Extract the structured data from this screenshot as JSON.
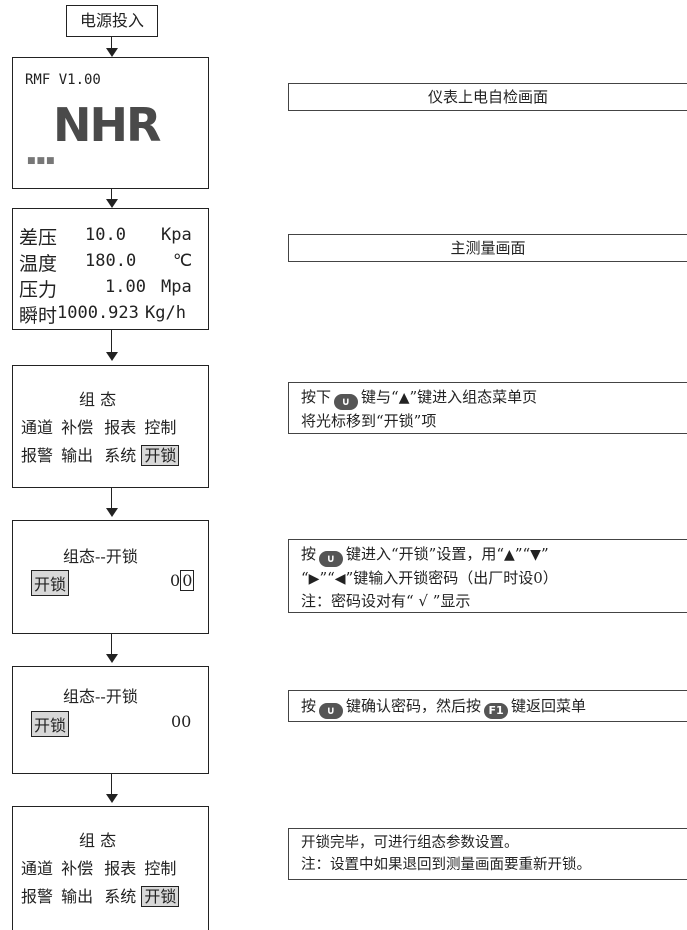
{
  "power_on": "电源投入",
  "screen1": {
    "version": "RMF V1.00",
    "logo": "NHR",
    "dots": "■■■"
  },
  "screen2": {
    "rows": [
      {
        "label": "差压",
        "value": "10.0",
        "unit": "Kpa"
      },
      {
        "label": "温度",
        "value": "180.0",
        "unit": "℃"
      },
      {
        "label": "压力",
        "value": "1.00",
        "unit": "Mpa"
      },
      {
        "label": "瞬时",
        "value": "1000.923",
        "unit": "Kg/h"
      }
    ]
  },
  "menu": {
    "title": "组    态",
    "row1": [
      "通道",
      "补偿",
      "报表",
      "控制"
    ],
    "row2": [
      "报警",
      "输出",
      "系统",
      "开锁"
    ]
  },
  "unlock_screen": {
    "title": "组态--开锁",
    "label": "开锁",
    "code_a": "0",
    "code_b": "0",
    "code": "00"
  },
  "descriptions": {
    "d1": "仪表上电自检画面",
    "d2": "主测量画面",
    "d3_a": "按下",
    "d3_b": "键与“",
    "d3_tri": "▲",
    "d3_c": "”键进入组态菜单页",
    "d3_line2": "将光标移到“开锁”项",
    "d4_a": "按",
    "d4_b": "键进入“开锁”设置，用“",
    "d4_up": "▲",
    "d4_mid1": "”“",
    "d4_down": "▼",
    "d4_end": "”",
    "d4_l2a": "“",
    "d4_right": "▶",
    "d4_l2b": "”“",
    "d4_left": "◀",
    "d4_l2c": "”键输入开锁密码（出厂时设0）",
    "d4_line3": "注：密码设对有“ √ ”显示",
    "d5_a": "按",
    "d5_b": "键确认密码，然后按",
    "d5_c": "键返回菜单",
    "d6_line1": "开锁完毕，可进行组态参数设置。",
    "d6_line2": "注：设置中如果退回到测量画面要重新开锁。"
  },
  "keys": {
    "enter": "∪",
    "f1": "F1"
  }
}
